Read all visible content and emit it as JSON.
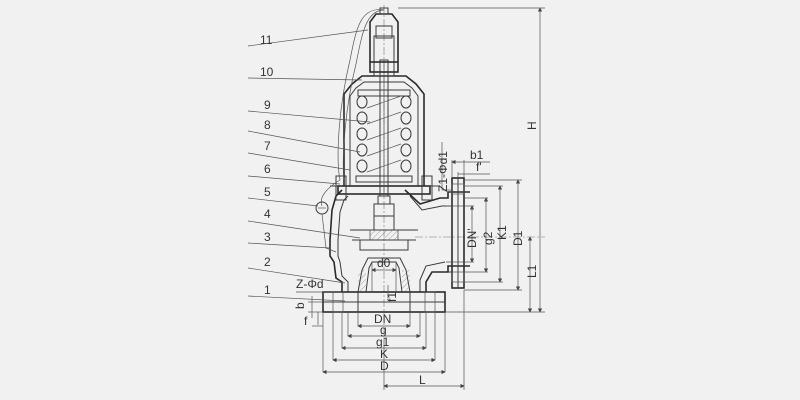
{
  "colors": {
    "background": "#f1f1f1",
    "line": "#3a3a3a"
  },
  "parts": [
    "1",
    "2",
    "3",
    "4",
    "5",
    "6",
    "7",
    "8",
    "9",
    "10",
    "11"
  ],
  "dimensions": {
    "H": "H",
    "L1": "L1",
    "D1": "D1",
    "K1": "K1",
    "g2": "g2",
    "DN_prime": "DN'",
    "Z1_phi_d1": "Z1-Φd1",
    "b1": "b1",
    "f_prime": "f'",
    "d0": "d0",
    "f1": "f1",
    "Z_phi_d": "Z-Φd",
    "b": "b",
    "f": "f",
    "DN": "DN",
    "g": "g",
    "g1": "g1",
    "K": "K",
    "D": "D",
    "L": "L"
  }
}
